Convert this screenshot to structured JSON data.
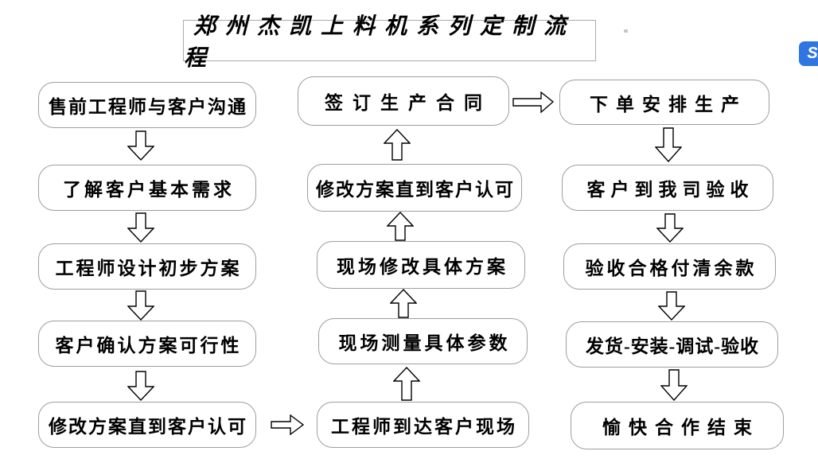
{
  "flowchart": {
    "title": "郑州杰凯上料机系列定制流程",
    "left_column": [
      "售前工程师与客户沟通",
      "了解客户基本需求",
      "工程师设计初步方案",
      "客户确认方案可行性",
      "修改方案直到客户认可"
    ],
    "middle_column": [
      "签订生产合同",
      "修改方案直到客户认可",
      "现场修改具体方案",
      "现场测量具体参数",
      "工程师到达客户现场"
    ],
    "right_column": [
      "下单安排生产",
      "客户到我司验收",
      "验收合格付清余款",
      "发货-安装-调试-验收",
      "愉快合作结束"
    ],
    "flow_order": [
      "售前工程师与客户沟通",
      "了解客户基本需求",
      "工程师设计初步方案",
      "客户确认方案可行性",
      "修改方案直到客户认可",
      "工程师到达客户现场",
      "现场测量具体参数",
      "现场修改具体方案",
      "修改方案直到客户认可",
      "签订生产合同",
      "下单安排生产",
      "客户到我司验收",
      "验收合格付清余款",
      "发货-安装-调试-验收",
      "愉快合作结束"
    ],
    "arrow_directions": {
      "left_column": "down",
      "left_to_middle": "right",
      "middle_column": "up",
      "middle_to_right": "right",
      "right_column": "down"
    }
  },
  "overlay": {
    "icon_label": "S"
  },
  "colors": {
    "box_border": "#9e9e9e",
    "box_background": "#ffffff",
    "text": "#000000",
    "arrow_outline": "#000000",
    "overlay_icon_blue": "#2f76e3"
  }
}
